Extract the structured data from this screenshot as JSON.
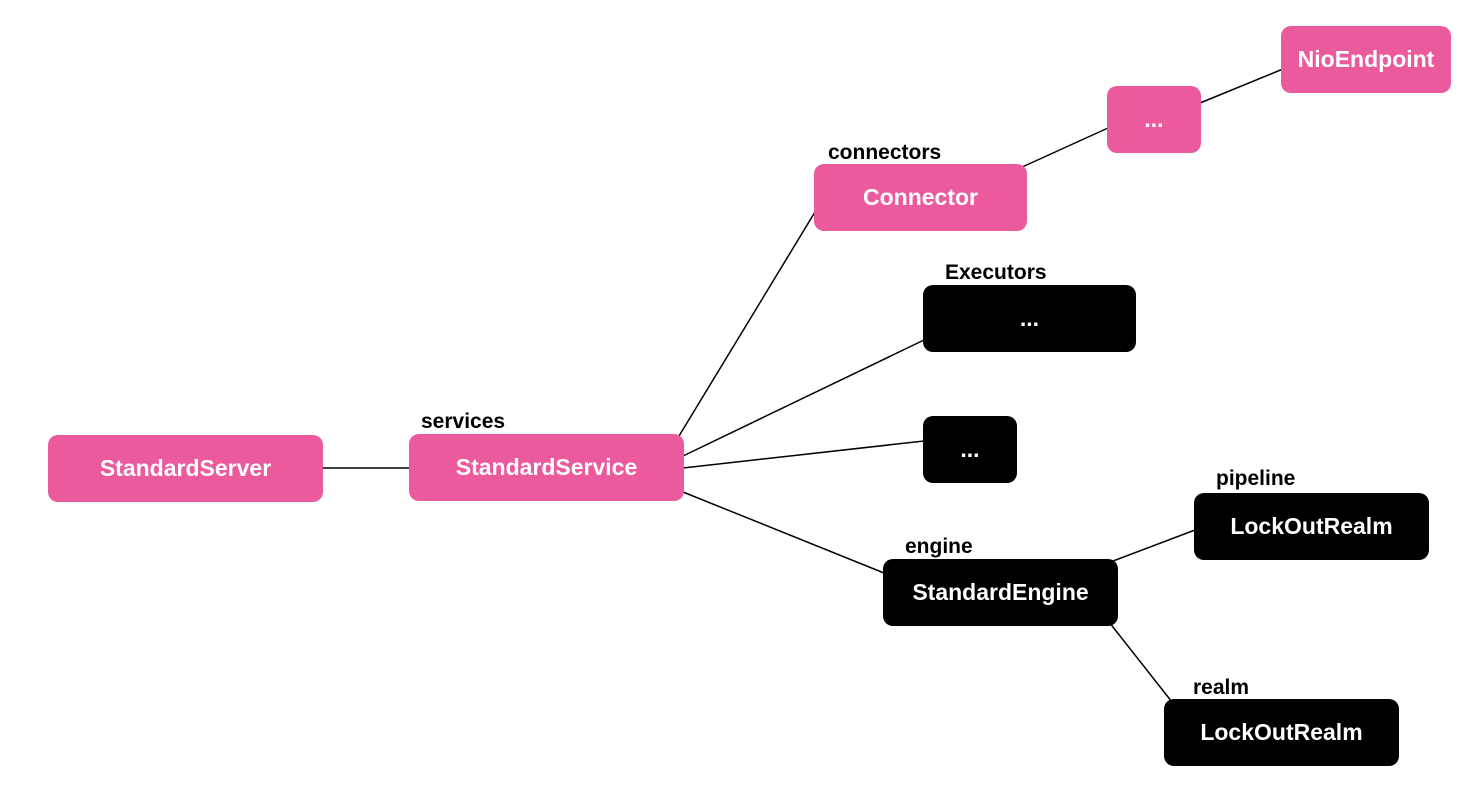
{
  "colors": {
    "pink_node": "#ea5a9d",
    "black_node": "#000000",
    "text_on_node": "#ffffff",
    "edge": "#000000"
  },
  "nodes": {
    "standard_server": "StandardServer",
    "standard_service": "StandardService",
    "connector": "Connector",
    "connector_ellipsis": "...",
    "nio_endpoint": "NioEndpoint",
    "executors_ellipsis": "...",
    "service_ellipsis": "...",
    "standard_engine": "StandardEngine",
    "pipeline_realm": "LockOutRealm",
    "realm": "LockOutRealm"
  },
  "labels": {
    "services": "services",
    "connectors": "connectors",
    "executors": "Executors",
    "engine": "engine",
    "pipeline": "pipeline",
    "realm": "realm"
  }
}
